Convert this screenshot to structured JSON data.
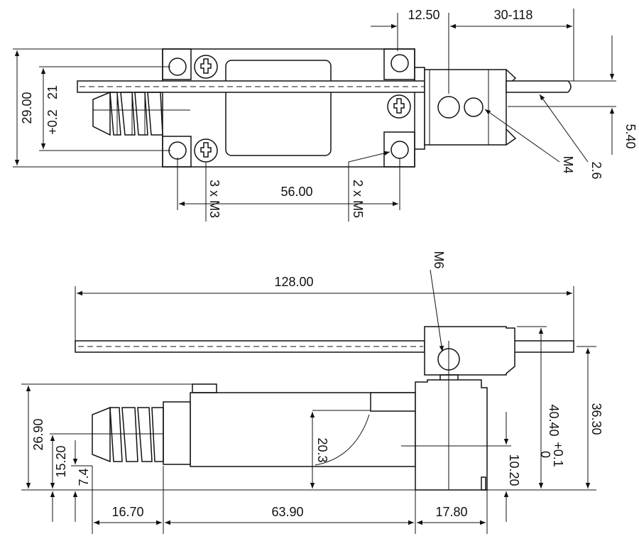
{
  "top_view": {
    "dim_12_50": "12.50",
    "dim_30_118": "30-118",
    "dim_29_00": "29.00",
    "dim_21": "21",
    "dim_21_tol": "+0.2",
    "dim_5_40": "5.40",
    "dim_56_00": "56.00",
    "label_3xM3": "3 x M3",
    "label_2xM5": "2 x M5",
    "label_M4": "M4",
    "label_2_6": "2.6"
  },
  "side_view": {
    "dim_128_00": "128.00",
    "label_M6": "M6",
    "dim_40_40": "40.40",
    "dim_40_40_tol_upper": "+0.1",
    "dim_40_40_tol_lower": "0",
    "dim_36_30": "36.30",
    "dim_26_90": "26.90",
    "dim_15_20": "15.20",
    "dim_7_4": "7.4",
    "dim_20_3": "20.3",
    "dim_10_20": "10.20",
    "dim_16_70": "16.70",
    "dim_63_90": "63.90",
    "dim_17_80": "17.80"
  }
}
